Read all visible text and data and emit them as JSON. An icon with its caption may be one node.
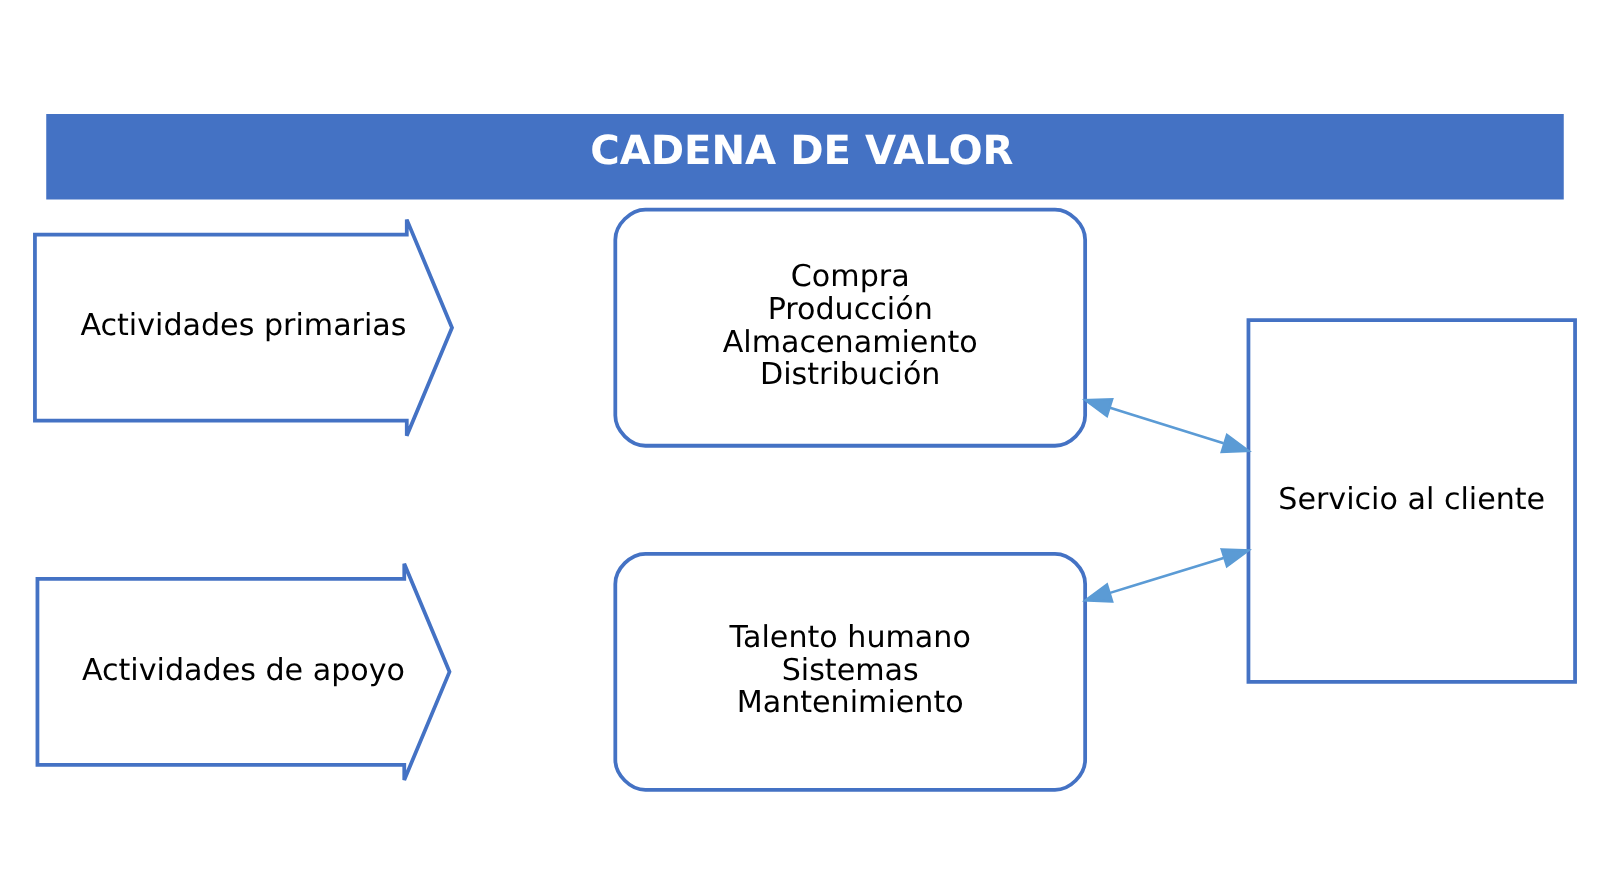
{
  "diagram": {
    "title": "CADENA DE VALOR",
    "nodes": [
      {
        "text": [
          "Actividades primarias"
        ]
      },
      {
        "text": [
          "Compra",
          "Producción",
          "Almacenamiento",
          "Distribución"
        ]
      },
      {
        "text": [
          "Actividades de apoyo"
        ]
      },
      {
        "text": [
          "Talento humano",
          "Sistemas",
          "Mantenimiento"
        ]
      },
      {
        "text": [
          "Servicio al cliente"
        ]
      }
    ],
    "edges": [
      {
        "from": 1,
        "to": 4,
        "arrow": "both"
      },
      {
        "from": 3,
        "to": 4,
        "arrow": "both"
      }
    ]
  }
}
